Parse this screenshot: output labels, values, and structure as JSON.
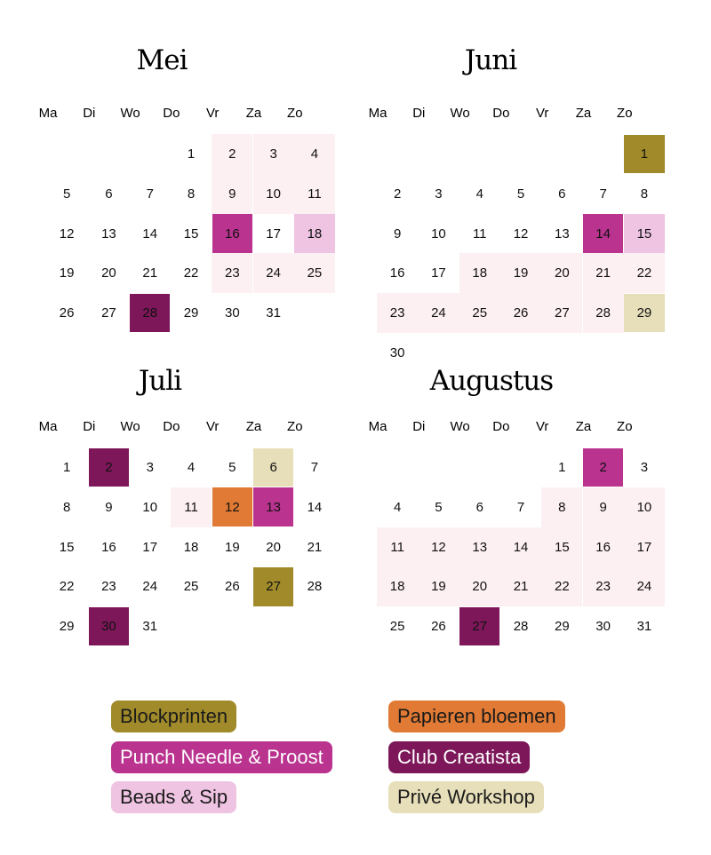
{
  "colors": {
    "blockprinten": "#a08a2a",
    "punch_needle": "#b9338f",
    "beads_sip": "#efc3e2",
    "papieren_bloemen": "#e07a34",
    "club_creatista": "#7d1759",
    "prive_workshop": "#e6dfb9",
    "range": "#fdf0f2"
  },
  "weekdays": [
    "Ma",
    "Di",
    "Wo",
    "Do",
    "Vr",
    "Za",
    "Zo"
  ],
  "months": [
    {
      "name": "Mei",
      "offset": 3,
      "days": 31,
      "events": [
        {
          "day": 16,
          "type": "punch_needle"
        },
        {
          "day": 18,
          "type": "beads_sip"
        },
        {
          "day": 28,
          "type": "club_creatista"
        }
      ],
      "range_days": [
        2,
        3,
        4,
        9,
        10,
        11,
        18,
        23,
        24,
        25
      ]
    },
    {
      "name": "Juni",
      "offset": 6,
      "days": 30,
      "events": [
        {
          "day": 1,
          "type": "blockprinten"
        },
        {
          "day": 14,
          "type": "punch_needle"
        },
        {
          "day": 15,
          "type": "beads_sip"
        },
        {
          "day": 29,
          "type": "prive_workshop"
        }
      ],
      "range_days": [
        18,
        19,
        20,
        21,
        22,
        23,
        24,
        25,
        26,
        27,
        28
      ]
    },
    {
      "name": "Juli",
      "offset": 0,
      "days": 31,
      "events": [
        {
          "day": 2,
          "type": "club_creatista"
        },
        {
          "day": 6,
          "type": "prive_workshop"
        },
        {
          "day": 12,
          "type": "papieren_bloemen"
        },
        {
          "day": 13,
          "type": "punch_needle"
        },
        {
          "day": 27,
          "type": "blockprinten"
        },
        {
          "day": 30,
          "type": "club_creatista"
        }
      ],
      "range_days": [
        11
      ]
    },
    {
      "name": "Augustus",
      "offset": 4,
      "days": 31,
      "events": [
        {
          "day": 2,
          "type": "punch_needle"
        },
        {
          "day": 27,
          "type": "club_creatista"
        }
      ],
      "range_days": [
        8,
        9,
        10,
        11,
        12,
        13,
        14,
        15,
        16,
        17,
        18,
        19,
        20,
        21,
        22,
        23,
        24
      ]
    }
  ],
  "legend": [
    {
      "label": "Blockprinten",
      "type": "blockprinten"
    },
    {
      "label": "Papieren bloemen",
      "type": "papieren_bloemen"
    },
    {
      "label": "Punch Needle & Proost",
      "type": "punch_needle"
    },
    {
      "label": "Club Creatista",
      "type": "club_creatista"
    },
    {
      "label": "Beads & Sip",
      "type": "beads_sip"
    },
    {
      "label": "Privé Workshop",
      "type": "prive_workshop"
    }
  ]
}
